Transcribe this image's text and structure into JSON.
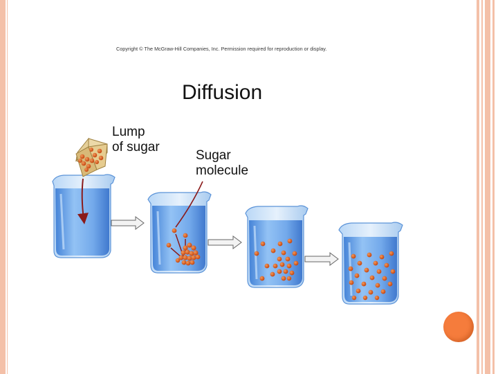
{
  "copyright": "Copyright © The McGraw-Hill Companies, Inc. Permission required for reproduction or display.",
  "title": "Diffusion",
  "labels": {
    "lump_line1": "Lump",
    "lump_line2": "of sugar",
    "molecule_line1": "Sugar",
    "molecule_line2": "molecule"
  },
  "colors": {
    "frame": "#f4c0a8",
    "beaker_water": "#6fa7e8",
    "molecule": "#d9541c",
    "accent_dot": "#f57c3c"
  },
  "stages": [
    {
      "name": "sugar-added",
      "beaker_icon": "beaker-icon"
    },
    {
      "name": "dissolving",
      "beaker_icon": "beaker-icon"
    },
    {
      "name": "spreading",
      "beaker_icon": "beaker-icon"
    },
    {
      "name": "evenly-distributed",
      "beaker_icon": "beaker-icon"
    }
  ]
}
